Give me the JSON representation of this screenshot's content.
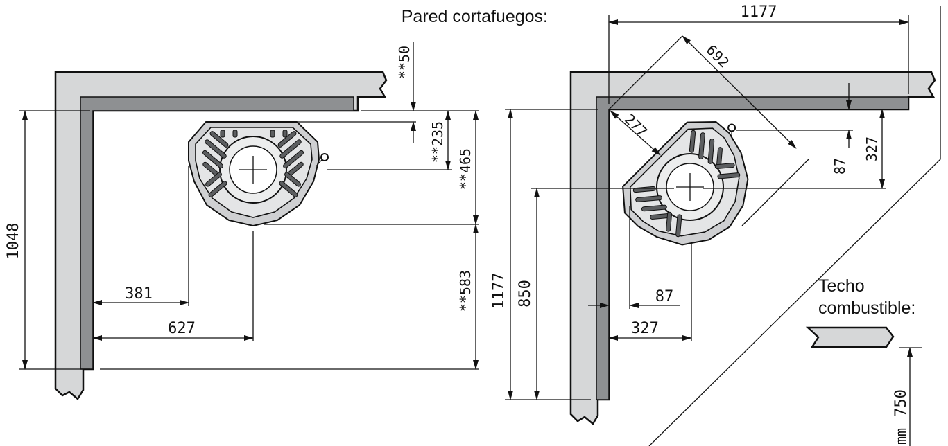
{
  "labels": {
    "firewall": "Pared cortafuegos:",
    "ceiling_line1": "Techo",
    "ceiling_line2": "combustible:"
  },
  "left_plan": {
    "dim_1048": "1048",
    "dim_381": "381",
    "dim_627": "627",
    "dim_50": "**50",
    "dim_235": "**235",
    "dim_465": "**465",
    "dim_583": "**583"
  },
  "right_plan": {
    "dim_1177_top": "1177",
    "dim_692": "692",
    "dim_277": "277",
    "dim_87_right": "87",
    "dim_327_right": "327",
    "dim_1177_left": "1177",
    "dim_850": "850",
    "dim_87_bottom": "87",
    "dim_327_bottom": "327"
  },
  "ceiling": {
    "dim_750": "750",
    "unit": "mm"
  },
  "colors": {
    "wall": "#d6d7d8",
    "liner": "#8e9092",
    "stove": "#cfd0d2",
    "lines": "#111111"
  }
}
